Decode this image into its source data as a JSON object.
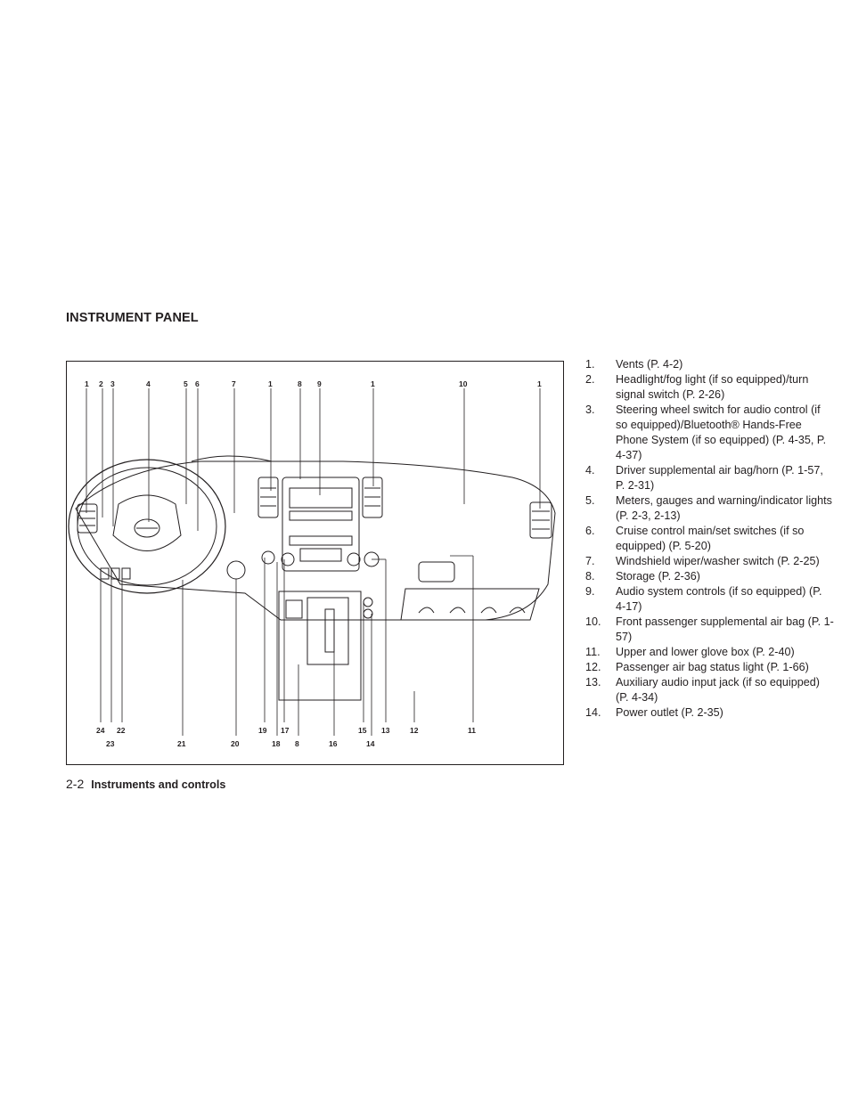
{
  "section_title": "INSTRUMENT PANEL",
  "figure": {
    "top_labels": [
      "1",
      "2",
      "3",
      "4",
      "5",
      "6",
      "7",
      "1",
      "8",
      "9",
      "1",
      "10",
      "1"
    ],
    "bottom_labels": [
      "24",
      "23",
      "22",
      "21",
      "20",
      "19",
      "18",
      "17",
      "8",
      "16",
      "15",
      "14",
      "13",
      "12",
      "11"
    ]
  },
  "legend": [
    {
      "num": "1.",
      "text": "Vents (P. 4-2)"
    },
    {
      "num": "2.",
      "text": "Headlight/fog light (if so equipped)/turn signal switch (P. 2-26)"
    },
    {
      "num": "3.",
      "text": "Steering wheel switch for audio control (if so equipped)/Bluetooth® Hands-Free Phone System (if so equipped) (P. 4-35, P. 4-37)"
    },
    {
      "num": "4.",
      "text": "Driver supplemental air bag/horn (P. 1-57, P. 2-31)"
    },
    {
      "num": "5.",
      "text": "Meters, gauges and warning/indicator lights (P. 2-3, 2-13)"
    },
    {
      "num": "6.",
      "text": "Cruise control main/set switches (if so equipped) (P. 5-20)"
    },
    {
      "num": "7.",
      "text": "Windshield wiper/washer switch (P. 2-25)"
    },
    {
      "num": "8.",
      "text": "Storage (P. 2-36)"
    },
    {
      "num": "9.",
      "text": "Audio system controls (if so equipped) (P. 4-17)"
    },
    {
      "num": "10.",
      "text": "Front passenger supplemental air bag (P. 1-57)"
    },
    {
      "num": "11.",
      "text": "Upper and lower glove box (P. 2-40)"
    },
    {
      "num": "12.",
      "text": "Passenger air bag status light (P. 1-66)"
    },
    {
      "num": "13.",
      "text": "Auxiliary audio input jack (if so equipped) (P. 4-34)"
    },
    {
      "num": "14.",
      "text": "Power outlet (P. 2-35)"
    }
  ],
  "footer": {
    "page": "2-2",
    "section": "Instruments and controls"
  }
}
